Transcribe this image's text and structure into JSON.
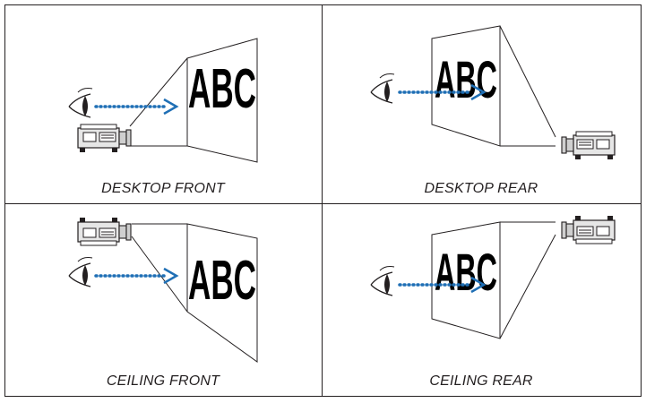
{
  "panels": [
    {
      "id": "desktop-front",
      "caption": "DESKTOP FRONT",
      "screen_text": "ABC"
    },
    {
      "id": "desktop-rear",
      "caption": "DESKTOP REAR",
      "screen_text": "ABC"
    },
    {
      "id": "ceiling-front",
      "caption": "CEILING FRONT",
      "screen_text": "ABC"
    },
    {
      "id": "ceiling-rear",
      "caption": "CEILING REAR",
      "screen_text": "ABC"
    }
  ],
  "colors": {
    "line": "#231f20",
    "arrow": "#1f6fb5",
    "projector_body": "#e6e6e6"
  },
  "icons": [
    "eye-icon",
    "projector-icon",
    "dotted-arrow-icon",
    "screen-icon"
  ]
}
